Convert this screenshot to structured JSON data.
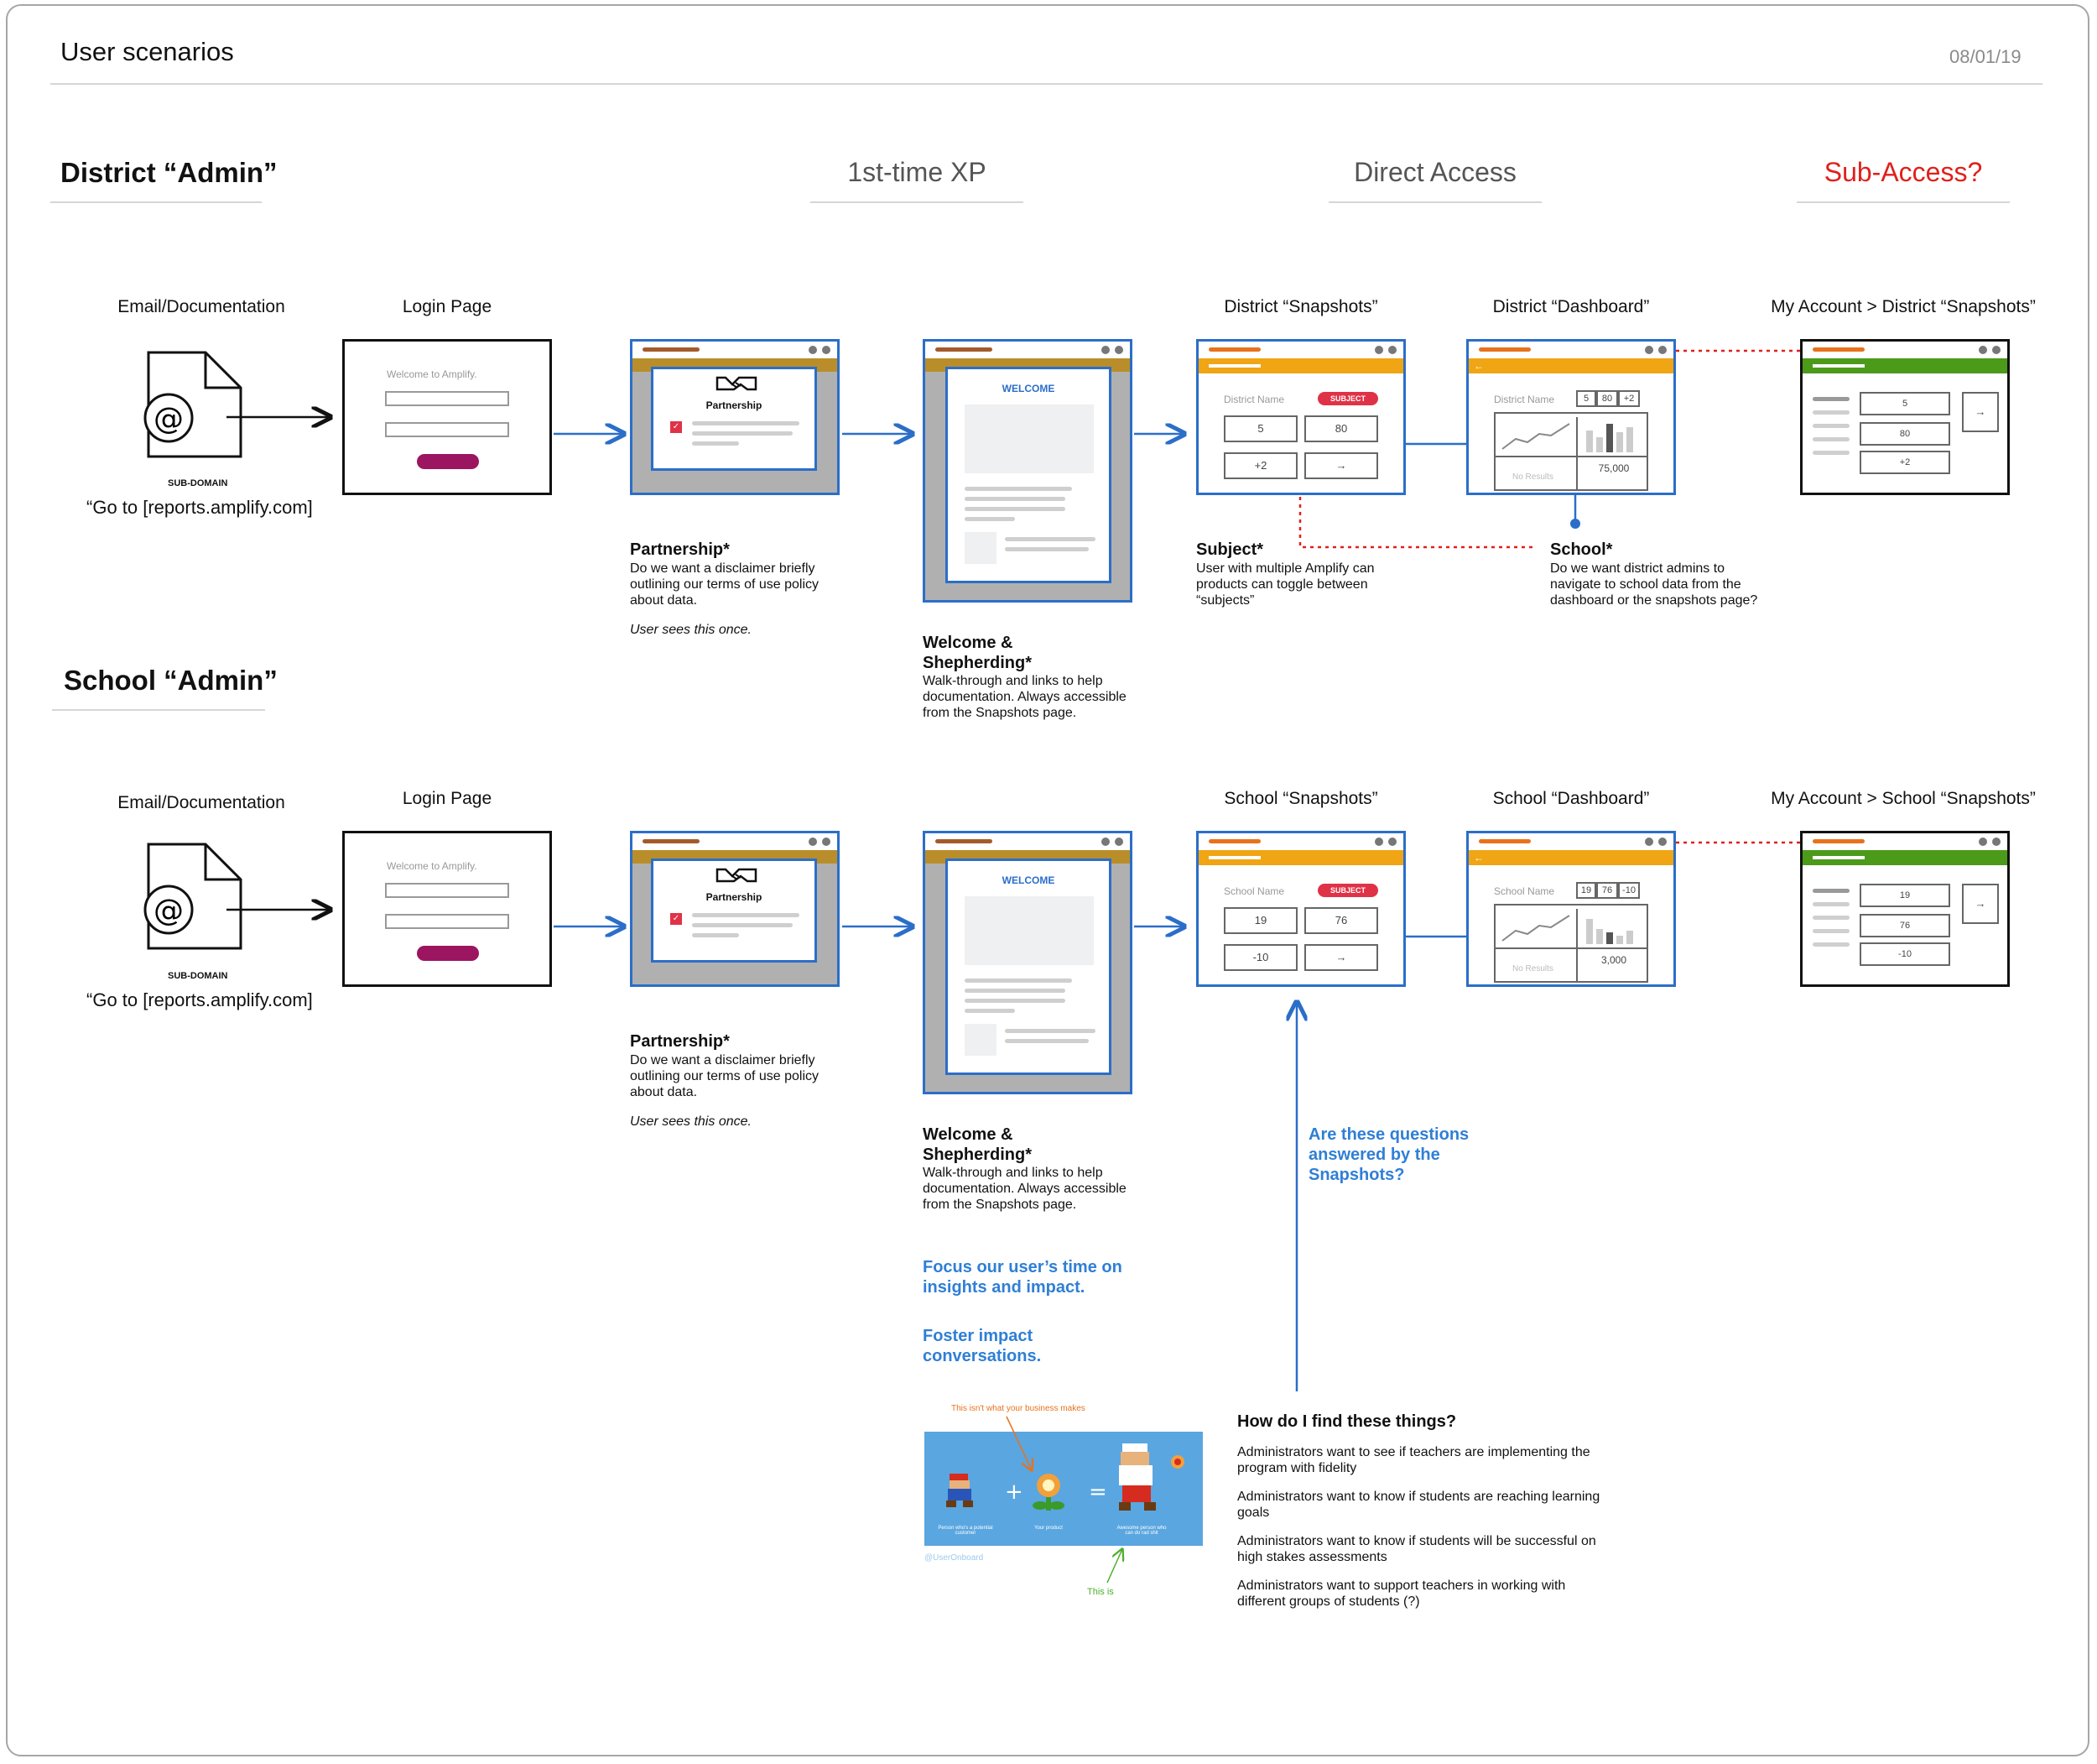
{
  "header": {
    "title": "User scenarios",
    "date": "08/01/19"
  },
  "columns": {
    "first_time": "1st-time XP",
    "direct": "Direct Access",
    "sub": "Sub-Access?"
  },
  "colors": {
    "blue": "#2b6ec9",
    "red": "#e0201b",
    "orange": "#f0a514",
    "green": "#4c9a1a",
    "maroon": "#9c1561",
    "brown": "#b98e2a"
  },
  "district": {
    "heading": "District “Admin”",
    "email_label": "Email/Documentation",
    "subdomain": "SUB-DOMAIN",
    "goto": "“Go to [reports.amplify.com]",
    "login_label": "Login Page",
    "login_welcome": "Welcome to Amplify.",
    "partnership_modal": "Partnership",
    "welcome_modal": "WELCOME",
    "snapshots_label": "District “Snapshots”",
    "dashboard_label": "District “Dashboard”",
    "account_label": "My Account > District “Snapshots”",
    "snap_name": "District Name",
    "subject_pill": "SUBJECT",
    "snap_values": [
      "5",
      "80",
      "+2"
    ],
    "dash_values": [
      "5",
      "80",
      "+2"
    ],
    "dash_total": "75,000",
    "no_results": "No Results",
    "account_values": [
      "5",
      "80",
      "+2"
    ],
    "partnership_note_title": "Partnership*",
    "partnership_note": "Do we want a disclaimer briefly outlining our terms of use policy about data.",
    "partnership_note_italic": "User sees this once.",
    "welcome_note_title": "Welcome & Shepherding*",
    "welcome_note": "Walk-through and links to help documentation. Always accessible from the Snapshots page.",
    "subject_note_title": "Subject*",
    "subject_note": "User with multiple Amplify can products can toggle between “subjects”",
    "school_note_title": "School*",
    "school_note": "Do we want district admins to navigate to school data from the dashboard or the snapshots page?"
  },
  "school": {
    "heading": "School  “Admin”",
    "email_label": "Email/Documentation",
    "subdomain": "SUB-DOMAIN",
    "goto": "“Go to [reports.amplify.com]",
    "login_label": "Login Page",
    "login_welcome": "Welcome to Amplify.",
    "partnership_modal": "Partnership",
    "welcome_modal": "WELCOME",
    "snapshots_label": "School “Snapshots”",
    "dashboard_label": "School “Dashboard”",
    "account_label": "My Account > School “Snapshots”",
    "snap_name": "School Name",
    "subject_pill": "SUBJECT",
    "snap_values": [
      "19",
      "76",
      "-10"
    ],
    "dash_values": [
      "19",
      "76",
      "-10"
    ],
    "dash_total": "3,000",
    "no_results": "No Results",
    "account_values": [
      "19",
      "76",
      "-10"
    ],
    "partnership_note_title": "Partnership*",
    "partnership_note": "Do we want a disclaimer briefly outlining our terms of use policy about data.",
    "partnership_note_italic": "User sees this once.",
    "welcome_note_title": "Welcome & Shepherding*",
    "welcome_note": "Walk-through and links to help documentation. Always accessible from the Snapshots page."
  },
  "callouts": {
    "focus": "Focus our user’s time on insights and impact.",
    "foster": "Foster impact conversations.",
    "questions": "Are these questions answered by the Snapshots?"
  },
  "find": {
    "title": "How do I find these things?",
    "items": [
      "Administrators want to see if teachers are implementing the program with fidelity",
      "Administrators want to know if students are reaching learning goals",
      "Administrators want to know if students will be successful on high stakes assessments",
      "Administrators want to support teachers in working with different groups of students (?)"
    ]
  },
  "meme": {
    "top_note": "This isn't what your business makes",
    "label_person": "Person who's a potential customer",
    "label_product": "Your product",
    "label_awesome": "Awesome person who can do rad shit",
    "credit": "@UserOnboard",
    "bottom_note": "This is"
  }
}
